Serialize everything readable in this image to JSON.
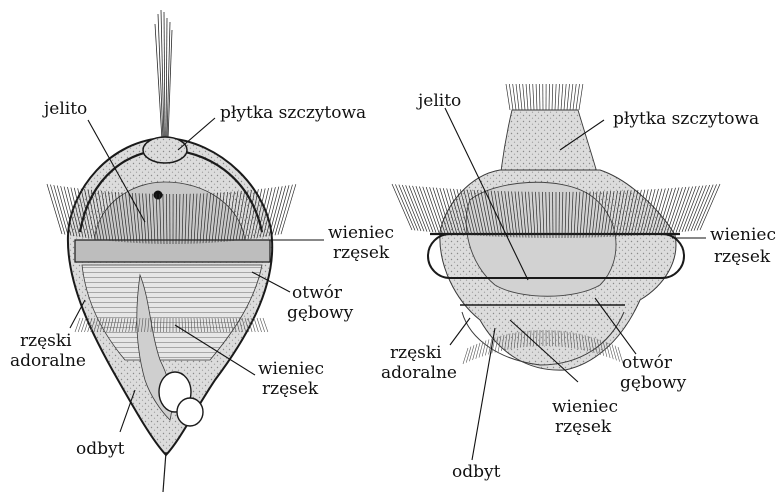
{
  "colors": {
    "ink": "#1a1a1a",
    "body_fill": "#d9d9d9",
    "gut_fill": "#c4c4c4",
    "background": "#ffffff"
  },
  "left_figure": {
    "jelito": "jelito",
    "plytka": "płytka szczytowa",
    "wieniec_top_1": "wieniec",
    "wieniec_top_2": "rzęsek",
    "otwor_1": "otwór",
    "otwor_2": "gębowy",
    "rzeski_1": "rzęski",
    "rzeski_2": "adoralne",
    "wieniec_bottom_1": "wieniec",
    "wieniec_bottom_2": "rzęsek",
    "odbyt": "odbyt"
  },
  "right_figure": {
    "jelito": "jelito",
    "plytka": "płytka szczytowa",
    "wieniec_top_1": "wieniec",
    "wieniec_top_2": "rzęsek",
    "otwor_1": "otwór",
    "otwor_2": "gębowy",
    "rzeski_1": "rzęski",
    "rzeski_2": "adoralne",
    "wieniec_bottom_1": "wieniec",
    "wieniec_bottom_2": "rzęsek",
    "odbyt": "odbyt"
  }
}
